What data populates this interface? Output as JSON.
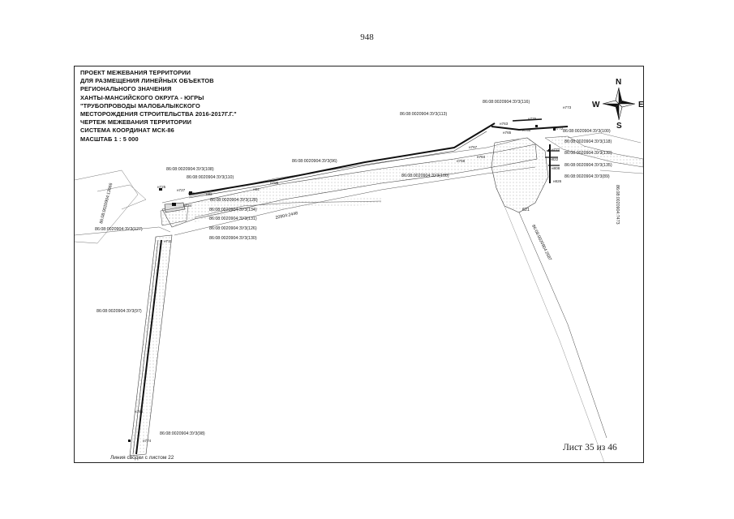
{
  "page": {
    "number": "948",
    "sheet_prefix": "Лист",
    "sheet_current": "35",
    "sheet_of": "из",
    "sheet_total": "46",
    "summary_line": "Линия сводки с листом 22"
  },
  "title_block": {
    "lines": [
      "ПРОЕКТ МЕЖЕВАНИЯ ТЕРРИТОРИИ",
      "ДЛЯ РАЗМЕЩЕНИЯ ЛИНЕЙНЫХ ОБЪЕКТОВ",
      "РЕГИОНАЛЬНОГО ЗНАЧЕНИЯ",
      "ХАНТЫ-МАНСИЙСКОГО ОКРУГА - ЮГРЫ",
      "\"ТРУБОПРОВОДЫ МАЛОБАЛЫКСКОГО",
      "МЕСТОРОЖДЕНИЯ СТРОИТЕЛЬСТВА 2016-2017Г.Г.\"",
      "ЧЕРТЕЖ МЕЖЕВАНИЯ ТЕРРИТОРИИ",
      "СИСТЕМА КООРДИНАТ МСК-86",
      "МАСШТАБ 1 : 5 000"
    ]
  },
  "compass": {
    "north": "N",
    "south": "S",
    "west": "W",
    "east": "E"
  },
  "parcel_labels": {
    "zu116": "86:08:0020904:ЗУ3(116)",
    "zu113": "86:08:0020904:ЗУ3(113)",
    "zu96": "86:08:0020904:ЗУ3(96)",
    "zu100a": "86:08:0020904:ЗУ3(100)",
    "zu100b": "86:08:0020904:ЗУ3(100)",
    "zu108": "86:08:0020904:ЗУ3(108)",
    "zu110": "86:08:0020904:ЗУ3(110)",
    "zu128": "86:08:0020904:ЗУ3(128)",
    "zu134": "86:08:0020904:ЗУ3(134)",
    "zu131": "86:08:0020904:ЗУ3(131)",
    "zu126": "86:08:0020904:ЗУ3(126)",
    "zu130": "86:08:0020904:ЗУ3(130)",
    "zu127": "86:08:0020904:ЗУ3(127)",
    "zu97": "86:08:0020904:ЗУ3(97)",
    "zu98": "86:08:0020904:ЗУ3(98)",
    "zu118": "86:08:0020904:ЗУ3(118)",
    "zu132": "86:08:0020904:ЗУ3(132)",
    "zu135": "86:08:0020904:ЗУ3(135)",
    "zu89": "86:08:0020904:ЗУ3(89)",
    "parcel2448": "20904:2448",
    "parcel2587": "86:08:0020904:2587",
    "parcel7473": "86:08:0020904:7473",
    "parcel13666": "86:08:0020904:13666"
  },
  "point_labels": [
    "н776",
    "н773",
    "н772",
    "н763",
    "н765",
    "н767",
    "н768",
    "н784",
    "н785",
    "н795",
    "н84",
    "н82",
    "н80",
    "н727",
    "н725",
    "н734",
    "н711",
    "н786",
    "н774",
    "н777",
    "н822",
    "н808",
    "н826",
    "621"
  ],
  "colors": {
    "line": "#222222",
    "parcel_fill": "#e6e6e6",
    "dots": "#9a9a9a"
  }
}
